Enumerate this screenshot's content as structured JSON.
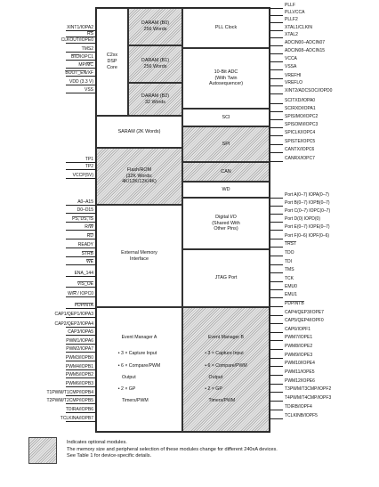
{
  "blocks": {
    "core": "C2xx\nDSP\nCore",
    "daram_b0": "DARAM (B0)\n256 Words",
    "daram_b1": "DARAM (B1)\n256 Words",
    "daram_b2": "DARAM (B2)\n32 Words",
    "pll": "PLL Clock",
    "adc": "10-Bit ADC\n(With Twin\nAutosequencer)",
    "sci": "SCI",
    "saram": "SARAM (2K Words)",
    "spi": "SPI",
    "flash": "Flash/ROM\n(32K Words:\n4K/12K/12K/4K)",
    "can": "CAN",
    "wd": "WD",
    "digital_io": "Digital I/O\n(Shared With\nOther Pins)",
    "ext_mem": "External Memory\nInterface",
    "jtag": "JTAG Port",
    "ev_a": {
      "title": "Event Manager A",
      "items": [
        "• 3 × Capture Input",
        "• 6 × Compare/PWM",
        "   Output",
        "• 2 × GP",
        "   Timers/PWM"
      ]
    },
    "ev_b": {
      "title": "Event Manager B",
      "items": [
        "• 3 × Capture Input",
        "• 6 × Compare/PWM",
        "   Output",
        "• 2 × GP",
        "   Timers/PWM"
      ]
    }
  },
  "left_pins": [
    {
      "label": "XINT1/IOPA2",
      "bar": ""
    },
    {
      "label": "RS",
      "bar": "RS"
    },
    {
      "label": "CLKOUT/IOPE0",
      "bar": ""
    },
    {
      "label": "TMS2",
      "bar": ""
    },
    {
      "label": "BIO/IOPC1",
      "bar": "BIO"
    },
    {
      "label": "MP/MC",
      "bar": "MC"
    },
    {
      "label": "BOOT_EN/XF",
      "bar": "BOOT_EN"
    },
    {
      "label": "VDD (3.3 V)",
      "bar": ""
    },
    {
      "label": "VSS",
      "bar": ""
    },
    {
      "label": "TP1",
      "bar": ""
    },
    {
      "label": "TP2",
      "bar": ""
    },
    {
      "label": "VCCP(5V)",
      "bar": ""
    },
    {
      "label": "A0–A15",
      "bar": ""
    },
    {
      "label": "D0–D15",
      "bar": ""
    },
    {
      "label": "PS, DS, IS",
      "bar": "PS, DS, IS"
    },
    {
      "label": "R/W",
      "bar": "W"
    },
    {
      "label": "RD",
      "bar": "RD"
    },
    {
      "label": "READY",
      "bar": ""
    },
    {
      "label": "STRB",
      "bar": "STRB"
    },
    {
      "label": "WE",
      "bar": "WE"
    },
    {
      "label": "ENA_144",
      "bar": ""
    },
    {
      "label": "VIS_OE",
      "bar": "VIS_OE"
    },
    {
      "label": "W/R / IOPC0",
      "bar": "R"
    },
    {
      "label": "PDPINTA",
      "bar": "PDPINTA"
    },
    {
      "label": "CAP1/QEP1/IOPA3",
      "bar": ""
    },
    {
      "label": "CAP2/QEP2/IOPA4",
      "bar": ""
    },
    {
      "label": "CAP3/IOPA5",
      "bar": ""
    },
    {
      "label": "PWM1/IOPA6",
      "bar": ""
    },
    {
      "label": "PWM2/IOPA7",
      "bar": ""
    },
    {
      "label": "PWM3/IOPB0",
      "bar": ""
    },
    {
      "label": "PWM4/IOPB1",
      "bar": ""
    },
    {
      "label": "PWM5/IOPB2",
      "bar": ""
    },
    {
      "label": "PWM6/IOPB3",
      "bar": ""
    },
    {
      "label": "T1PWM/T1CMP/IOPB4",
      "bar": ""
    },
    {
      "label": "T2PWM/T2CMP/IOPB5",
      "bar": ""
    },
    {
      "label": "TDIRA/IOPB6",
      "bar": ""
    },
    {
      "label": "TCLKINA/IOPB7",
      "bar": ""
    }
  ],
  "right_pins": [
    {
      "label": "PLLF",
      "bar": ""
    },
    {
      "label": "PLLVCCA",
      "bar": ""
    },
    {
      "label": "PLLF2",
      "bar": ""
    },
    {
      "label": "XTAL1/CLKIN",
      "bar": ""
    },
    {
      "label": "XTAL2",
      "bar": ""
    },
    {
      "label": "ADCIN00–ADCIN07",
      "bar": ""
    },
    {
      "label": "ADCIN08–ADCIN15",
      "bar": ""
    },
    {
      "label": "VCCA",
      "bar": ""
    },
    {
      "label": "VSSA",
      "bar": ""
    },
    {
      "label": "VREFHI",
      "bar": ""
    },
    {
      "label": "VREFLO",
      "bar": ""
    },
    {
      "label": "XINT2/ADCSOC/IOPD0",
      "bar": ""
    },
    {
      "label": "SCITXD/IOPA0",
      "bar": ""
    },
    {
      "label": "SCIRXD/IOPA1",
      "bar": ""
    },
    {
      "label": "SPISIMO/IOPC2",
      "bar": ""
    },
    {
      "label": "SPISOMI/IOPC3",
      "bar": ""
    },
    {
      "label": "SPICLK/IOPC4",
      "bar": ""
    },
    {
      "label": "SPISTE/IOPC5",
      "bar": ""
    },
    {
      "label": "CANTX/IOPC6",
      "bar": ""
    },
    {
      "label": "CANRX/IOPC7",
      "bar": ""
    },
    {
      "label": "Port A(0–7) IOPA(0–7)",
      "bar": ""
    },
    {
      "label": "Port B(0–7) IOPB(0–7)",
      "bar": ""
    },
    {
      "label": "Port C(0–7) IOPC(0–7)",
      "bar": ""
    },
    {
      "label": "Port D(0) IOPD(0)",
      "bar": ""
    },
    {
      "label": "Port E(0–7) IOPE(0–7)",
      "bar": ""
    },
    {
      "label": "Port F(0–6) IOPF(0–6)",
      "bar": ""
    },
    {
      "label": "TRST",
      "bar": "TRST"
    },
    {
      "label": "TDO",
      "bar": ""
    },
    {
      "label": "TDI",
      "bar": ""
    },
    {
      "label": "TMS",
      "bar": ""
    },
    {
      "label": "TCK",
      "bar": ""
    },
    {
      "label": "EMU0",
      "bar": ""
    },
    {
      "label": "EMU1",
      "bar": ""
    },
    {
      "label": "PDPINTB",
      "bar": "PDPINTB"
    },
    {
      "label": "CAP4/QEP3/IOPE7",
      "bar": ""
    },
    {
      "label": "CAP5/QEP4/IOPF0",
      "bar": ""
    },
    {
      "label": "CAP6/IOPF1",
      "bar": ""
    },
    {
      "label": "PWM7/IOPE1",
      "bar": ""
    },
    {
      "label": "PWM8/IOPE2",
      "bar": ""
    },
    {
      "label": "PWM9/IOPE3",
      "bar": ""
    },
    {
      "label": "PWM10/IOPE4",
      "bar": ""
    },
    {
      "label": "PWM11/IOPE5",
      "bar": ""
    },
    {
      "label": "PWM12/IOPE6",
      "bar": ""
    },
    {
      "label": "T3PWM/T3CMP/IOPF2",
      "bar": ""
    },
    {
      "label": "T4PWM/T4CMP/IOPF3",
      "bar": ""
    },
    {
      "label": "TDIRB/IOPF4",
      "bar": ""
    },
    {
      "label": "TCLKINB/IOPF5",
      "bar": ""
    }
  ],
  "legend": {
    "line1": "Indicates optional modules.",
    "line2": "The memory size and peripheral selection of these modules change for different 240xA devices.",
    "line3": "See Table 1 for device-specific details."
  }
}
